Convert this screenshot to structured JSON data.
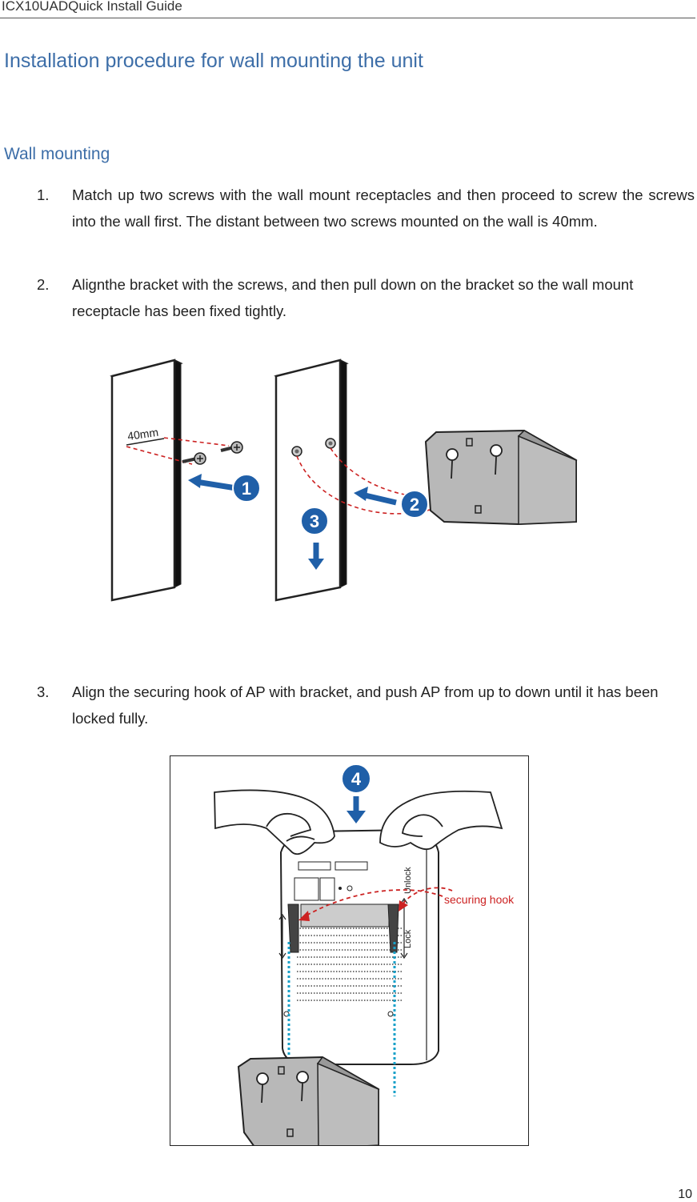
{
  "header": {
    "title": "ICX10UADQuick Install Guide"
  },
  "section_title": "Installation procedure for wall mounting the unit",
  "subsection_title": "Wall mounting",
  "steps": [
    {
      "number": "1.",
      "text": "Match up two screws with the wall mount receptacles and then proceed to screw the screws into the wall first. The distant between two screws mounted on the wall is 40mm."
    },
    {
      "number": "2.",
      "text": "Alignthe bracket with the screws, and then pull down on the bracket so the wall mount receptacle has been fixed tightly."
    },
    {
      "number": "3.",
      "text": "Align the securing hook of AP with bracket, and push AP from up to down until it has been locked fully."
    }
  ],
  "figure1": {
    "distance_label": "40mm",
    "badges": [
      "1",
      "2",
      "3"
    ],
    "colors": {
      "badge": "#1f5fa8",
      "dashed_line": "#cc2222",
      "bracket": "#b8b8b8"
    }
  },
  "figure2": {
    "badge": "4",
    "callout": "securing hook",
    "ap_labels": {
      "unlock": "Unlock",
      "lock": "Lock"
    },
    "colors": {
      "badge": "#1f5fa8",
      "callout": "#cc2222",
      "guide_line": "#18a0c8"
    }
  },
  "page_number": "10"
}
